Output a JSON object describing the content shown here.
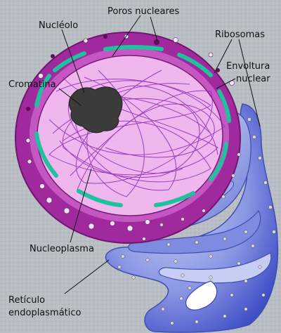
{
  "labels": {
    "nucleolo": "Nucléolo",
    "poros": "Poros nucleares",
    "ribosomas": "Ribosomas",
    "envoltura_1": "Envoltura",
    "envoltura_2": "nuclear",
    "cromatina": "Cromatina",
    "nucleoplasma": "Nucleoplasma",
    "reticulo_1": "Retículo",
    "reticulo_2": "endoplasmático"
  },
  "colors": {
    "background": "#b9bec4",
    "membrane": "#a0299e",
    "membrane_dark": "#6e176d",
    "nucleoplasm": "#f0b6ee",
    "envelope_band": "#1fc29c",
    "chromatin": "#8a2bb8",
    "nucleolus": "#3b3b3b",
    "er_light": "#c9d2f4",
    "er_mid": "#8b96e4",
    "er_dark": "#3f4fc6",
    "er_outline": "#3f4fb0"
  }
}
